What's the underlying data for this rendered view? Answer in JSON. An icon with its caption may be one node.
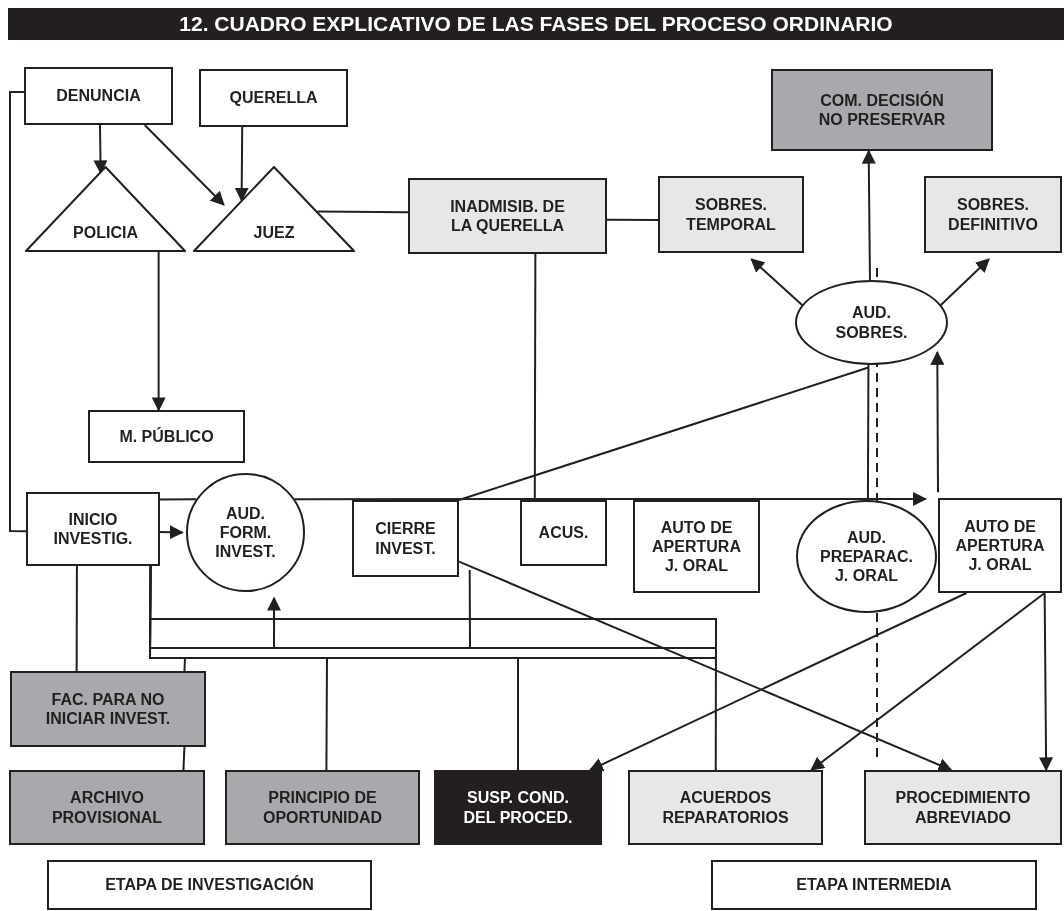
{
  "diagram": {
    "title": "12. CUADRO EXPLICATIVO DE LAS FASES DEL PROCESO ORDINARIO",
    "nodes": [
      {
        "text": [
          "DENUNCIA"
        ]
      },
      {
        "text": [
          "QUERELLA"
        ]
      },
      {
        "text": [
          "POLICIA"
        ]
      },
      {
        "text": [
          "JUEZ"
        ]
      },
      {
        "text": [
          "INADMISIB. DE LA QUERELLA"
        ]
      },
      {
        "text": [
          "SOBRES. TEMPORAL"
        ]
      },
      {
        "text": [
          "COM. DECISIÓN NO PRESERVAR"
        ]
      },
      {
        "text": [
          "SOBRES. DEFINITIVO"
        ]
      },
      {
        "text": [
          "AUD. SOBRES."
        ]
      },
      {
        "text": [
          "M. PÚBLICO"
        ]
      },
      {
        "text": [
          "INICIO INVESTIG."
        ]
      },
      {
        "text": [
          "AUD. FORM. INVEST."
        ]
      },
      {
        "text": [
          "CIERRE INVEST."
        ]
      },
      {
        "text": [
          "ACUS."
        ]
      },
      {
        "text": [
          "AUTO DE APERTURA J. ORAL"
        ]
      },
      {
        "text": [
          "AUD. PREPARAC. J. ORAL"
        ]
      },
      {
        "text": [
          "AUTO DE APERTURA J. ORAL"
        ]
      },
      {
        "text": [
          "FAC. PARA NO INICIAR INVEST."
        ]
      },
      {
        "text": [
          "ARCHIVO PROVISIONAL"
        ]
      },
      {
        "text": [
          "PRINCIPIO DE OPORTUNIDAD"
        ]
      },
      {
        "text": [
          "SUSP. COND. DEL PROCED."
        ]
      },
      {
        "text": [
          "ACUERDOS REPARATORIOS"
        ]
      },
      {
        "text": [
          "PROCEDIMIENTO ABREVIADO"
        ]
      },
      {
        "text": [
          "ETAPA DE INVESTIGACIÓN"
        ]
      },
      {
        "text": [
          "ETAPA INTERMEDIA"
        ]
      }
    ],
    "edges": [
      {
        "from": 0,
        "to": 2,
        "arrow": "to"
      },
      {
        "from": 0,
        "to": 3,
        "arrow": "to"
      },
      {
        "from": 1,
        "to": 3,
        "arrow": "to"
      },
      {
        "from": 2,
        "to": 9,
        "arrow": "to"
      },
      {
        "from": 0,
        "to": 10,
        "arrow": "none"
      },
      {
        "from": 3,
        "to": 4,
        "arrow": "none"
      },
      {
        "from": 4,
        "to": 5,
        "arrow": "none"
      },
      {
        "from": 4,
        "to": 13,
        "arrow": "none"
      },
      {
        "from": 8,
        "to": 6,
        "arrow": "to"
      },
      {
        "from": 8,
        "to": 5,
        "arrow": "to"
      },
      {
        "from": 8,
        "to": 7,
        "arrow": "to"
      },
      {
        "from": 16,
        "to": 8,
        "arrow": "to"
      },
      {
        "from": 15,
        "to": 8,
        "arrow": "none"
      },
      {
        "from": 8,
        "to": 12,
        "arrow": "none"
      },
      {
        "from": 12,
        "to": 22,
        "arrow": "to"
      },
      {
        "from": 10,
        "to": 11,
        "arrow": "to"
      },
      {
        "from": 10,
        "to": 11,
        "arrow": "none"
      },
      {
        "from": 11,
        "to": 16,
        "arrow": "to"
      },
      {
        "from": 10,
        "to": 17,
        "arrow": "none"
      },
      {
        "from": 10,
        "to": 17,
        "arrow": "none"
      },
      {
        "from": 17,
        "to": 18,
        "arrow": "none"
      },
      {
        "from": 10,
        "to": 19,
        "arrow": "none"
      },
      {
        "from": 10,
        "to": 20,
        "arrow": "none"
      },
      {
        "from": 10,
        "to": 21,
        "arrow": "none"
      },
      {
        "from": 12,
        "to": 11,
        "arrow": "to"
      },
      {
        "from": 16,
        "to": 20,
        "arrow": "to"
      },
      {
        "from": 16,
        "to": 21,
        "arrow": "to"
      },
      {
        "from": 16,
        "to": 22,
        "arrow": "to"
      }
    ]
  }
}
